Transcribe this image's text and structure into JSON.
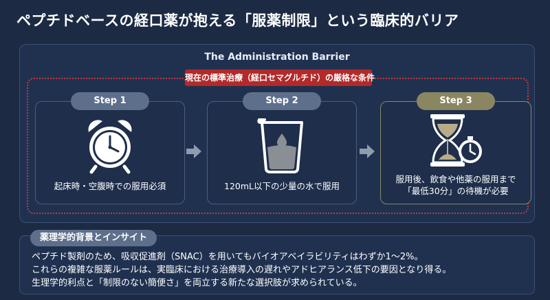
{
  "title": "ペプチドベースの経口薬が抱える「服薬制限」という臨床的バリア",
  "panel": {
    "title": "The Administration Barrier",
    "condition_banner": "現在の標準治療（経口セマグルチド）の厳格な条件"
  },
  "steps": [
    {
      "badge": "Step 1",
      "icon": "alarm-clock-icon",
      "text": "起床時・空腹時での服用必須"
    },
    {
      "badge": "Step 2",
      "icon": "water-beaker-icon",
      "text": "120mL以下の少量の水で服用"
    },
    {
      "badge": "Step 3",
      "icon": "hourglass-stopwatch-icon",
      "text_line1": "服用後、飲食や他薬の服用まで",
      "text_line2": "「最低30分」の待機が必要"
    }
  ],
  "insight": {
    "tag": "薬理学的背景とインサイト",
    "lines": [
      "ペプチド製剤のため、吸収促進剤（SNAC）を用いてもバイオアベイラビリティはわずか1～2%。",
      "これらの複雑な服薬ルールは、実臨床における治療導入の遅れやアドヒアランス低下の要因となり得る。",
      "生理学的利点と「制限のない簡便さ」を両立する新たな選択肢が求められている。"
    ]
  },
  "colors": {
    "background": "#1c2a44",
    "panel": "#203150",
    "alert_red": "#b32a2a",
    "badge_blue": "#5e6f8c",
    "badge_gold": "#8a8661"
  }
}
